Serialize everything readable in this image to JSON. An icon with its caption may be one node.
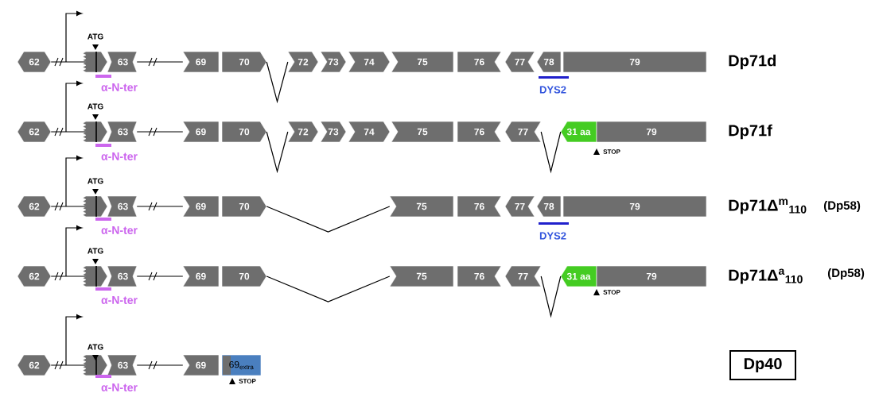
{
  "diagram": {
    "nodes": [
      {
        "text": [
          "62"
        ]
      },
      {
        "text": [],
        "shape": "box"
      },
      {
        "text": [
          "63"
        ]
      },
      {
        "text": [
          "69"
        ]
      },
      {
        "text": [
          "70"
        ]
      },
      {
        "text": [
          "72"
        ]
      },
      {
        "text": [
          "73"
        ]
      },
      {
        "text": [
          "74"
        ]
      },
      {
        "text": [
          "75"
        ]
      },
      {
        "text": [
          "76"
        ]
      },
      {
        "text": [
          "77"
        ]
      },
      {
        "text": [
          "78"
        ]
      },
      {
        "text": [
          "79"
        ]
      },
      {
        "text": [
          "62"
        ]
      },
      {
        "text": [],
        "shape": "box"
      },
      {
        "text": [
          "63"
        ]
      },
      {
        "text": [
          "69"
        ]
      },
      {
        "text": [
          "70"
        ]
      },
      {
        "text": [
          "72"
        ]
      },
      {
        "text": [
          "73"
        ]
      },
      {
        "text": [
          "74"
        ]
      },
      {
        "text": [
          "75"
        ]
      },
      {
        "text": [
          "76"
        ]
      },
      {
        "text": [
          "77"
        ]
      },
      {
        "text": [
          "31 aa"
        ]
      },
      {
        "text": [
          "79"
        ]
      },
      {
        "text": [
          "62"
        ]
      },
      {
        "text": [],
        "shape": "box"
      },
      {
        "text": [
          "63"
        ]
      },
      {
        "text": [
          "69"
        ]
      },
      {
        "text": [
          "70"
        ]
      },
      {
        "text": [
          "75"
        ]
      },
      {
        "text": [
          "76"
        ]
      },
      {
        "text": [
          "77"
        ]
      },
      {
        "text": [
          "78"
        ]
      },
      {
        "text": [
          "79"
        ]
      },
      {
        "text": [
          "62"
        ]
      },
      {
        "text": [],
        "shape": "box"
      },
      {
        "text": [
          "63"
        ]
      },
      {
        "text": [
          "69"
        ]
      },
      {
        "text": [
          "70"
        ]
      },
      {
        "text": [
          "75"
        ]
      },
      {
        "text": [
          "76"
        ]
      },
      {
        "text": [
          "77"
        ]
      },
      {
        "text": [
          "31 aa"
        ]
      },
      {
        "text": [
          "79"
        ]
      },
      {
        "text": [
          "62"
        ]
      },
      {
        "text": [],
        "shape": "box"
      },
      {
        "text": [
          "63"
        ]
      },
      {
        "text": [
          "69"
        ]
      },
      {
        "text": [
          "69$_{extra}$"
        ],
        "beside": [
          "STOP"
        ]
      },
      {
        "text": [
          "Dp40"
        ]
      }
    ],
    "edges": [
      {
        "from": 0,
        "to": 1,
        "arrow": "none"
      },
      {
        "from": 2,
        "to": 3,
        "arrow": "none"
      },
      {
        "from": 4,
        "to": 5,
        "arrow": "none"
      },
      {
        "from": 13,
        "to": 14,
        "arrow": "none"
      },
      {
        "from": 15,
        "to": 16,
        "arrow": "none"
      },
      {
        "from": 17,
        "to": 18,
        "arrow": "none"
      },
      {
        "from": 23,
        "to": 24,
        "arrow": "none"
      },
      {
        "from": 26,
        "to": 27,
        "arrow": "none"
      },
      {
        "from": 28,
        "to": 29,
        "arrow": "none"
      },
      {
        "from": 30,
        "to": 31,
        "arrow": "none"
      },
      {
        "from": 36,
        "to": 37,
        "arrow": "none"
      },
      {
        "from": 38,
        "to": 39,
        "arrow": "none"
      },
      {
        "from": 40,
        "to": 41,
        "arrow": "none"
      },
      {
        "from": 43,
        "to": 44,
        "arrow": "none"
      },
      {
        "from": 46,
        "to": 47,
        "arrow": "none"
      },
      {
        "from": 48,
        "to": 49,
        "arrow": "none"
      }
    ],
    "labels": [
      "ATG",
      "α-N-ter",
      "DYS2",
      "Dp71d",
      "ATG",
      "α-N-ter",
      "STOP",
      "Dp71f",
      "ATG",
      "α-N-ter",
      "DYS2",
      "Dp71Δ$^{m}$$_{110}$",
      "(Dp58)",
      "ATG",
      "α-N-ter",
      "STOP",
      "Dp71Δ$^{a}$$_{110}$",
      "(Dp58)",
      "ATG",
      "α-N-ter"
    ]
  }
}
